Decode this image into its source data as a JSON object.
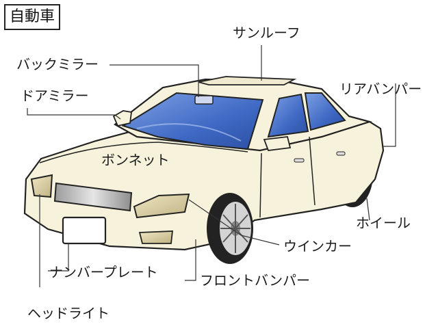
{
  "title": "自動車",
  "labels": {
    "sunroof": "サンルーフ",
    "rearview_mirror": "バックミラー",
    "door_mirror": "ドアミラー",
    "rear_bumper": "リアバンパー",
    "bonnet": "ボンネット",
    "wheel": "ホイール",
    "turn_signal": "ウインカー",
    "license_plate": "ナンバープレート",
    "front_bumper": "フロントバンパー",
    "headlight": "ヘッドライト"
  },
  "colors": {
    "body": "#f6f2dc",
    "glass": "#3f69c4",
    "glass_light": "#7da0e3",
    "light_lens": "#d9cfa6",
    "tire": "#222222",
    "outline": "#222222"
  }
}
